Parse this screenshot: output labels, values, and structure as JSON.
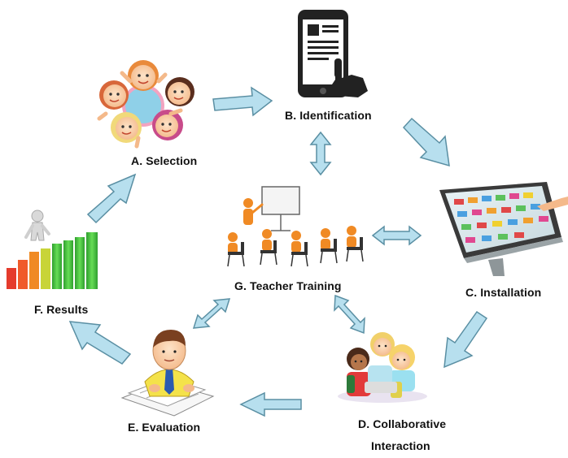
{
  "nodes": {
    "selection": {
      "label": "A. Selection"
    },
    "identification": {
      "label": "B. Identification"
    },
    "installation": {
      "label": "C. Installation"
    },
    "collaborative": {
      "label_line1": "D. Collaborative",
      "label_line2": "Interaction"
    },
    "evaluation": {
      "label": "E. Evaluation"
    },
    "results": {
      "label": "F. Results"
    },
    "training": {
      "label": "G. Teacher Training"
    }
  },
  "colors": {
    "arrow_fill": "#b7dfee",
    "arrow_stroke": "#5a8fa3",
    "chart_green": "#3fbf3f",
    "chart_orange": "#f08a24",
    "chart_red": "#e53b2c"
  },
  "icons": {
    "selection": "children-group-icon",
    "identification": "smartphone-touch-icon",
    "installation": "touchscreen-table-icon",
    "collaborative": "kids-collaboration-icon",
    "evaluation": "teacher-grading-icon",
    "results": "growth-bar-chart-icon",
    "training": "classroom-presentation-icon"
  }
}
